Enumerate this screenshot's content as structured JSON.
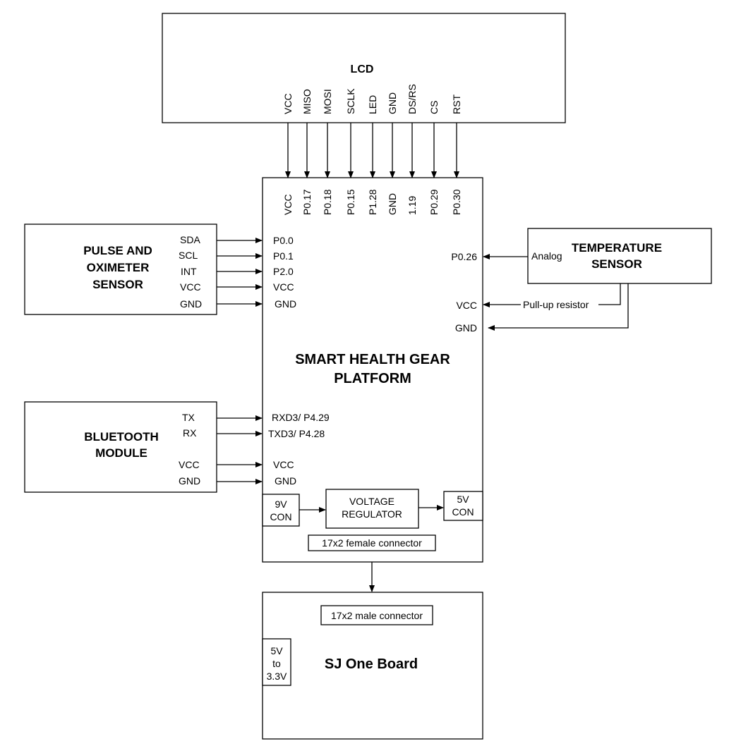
{
  "lcd": {
    "title": "LCD",
    "pins": [
      "VCC",
      "MISO",
      "MOSI",
      "SCLK",
      "LED",
      "GND",
      "DS/RS",
      "CS",
      "RST"
    ]
  },
  "platform": {
    "title_line1": "SMART HEALTH GEAR",
    "title_line2": "PLATFORM",
    "lcd_pins": [
      "VCC",
      "P0.17",
      "P0.18",
      "P0.15",
      "P1.28",
      "GND",
      "1.19",
      "P0.29",
      "P0.30"
    ],
    "pulse_pins": [
      "P0.0",
      "P0.1",
      "P2.0",
      "VCC",
      "GND"
    ],
    "bt_pins": [
      "RXD3/ P4.29",
      "TXD3/ P4.28",
      "VCC",
      "GND"
    ],
    "temp_pins": [
      "P0.26",
      "VCC",
      "GND"
    ],
    "con_9v": [
      "9V",
      "CON"
    ],
    "regulator": [
      "VOLTAGE",
      "REGULATOR"
    ],
    "con_5v": [
      "5V",
      "CON"
    ],
    "female_connector": "17x2 female connector"
  },
  "pulse_sensor": {
    "title": [
      "PULSE AND",
      "OXIMETER",
      "SENSOR"
    ],
    "pins": [
      "SDA",
      "SCL",
      "INT",
      "VCC",
      "GND"
    ]
  },
  "bluetooth": {
    "title": [
      "BLUETOOTH",
      "MODULE"
    ],
    "pins": [
      "TX",
      "RX",
      "VCC",
      "GND"
    ]
  },
  "temperature_sensor": {
    "title": [
      "TEMPERATURE",
      "SENSOR"
    ],
    "analog_label": "Analog",
    "pullup_label": "Pull-up resistor"
  },
  "sj_board": {
    "title": "SJ One Board",
    "male_connector": "17x2 male connector",
    "converter": [
      "5V",
      "to",
      "3.3V"
    ]
  }
}
